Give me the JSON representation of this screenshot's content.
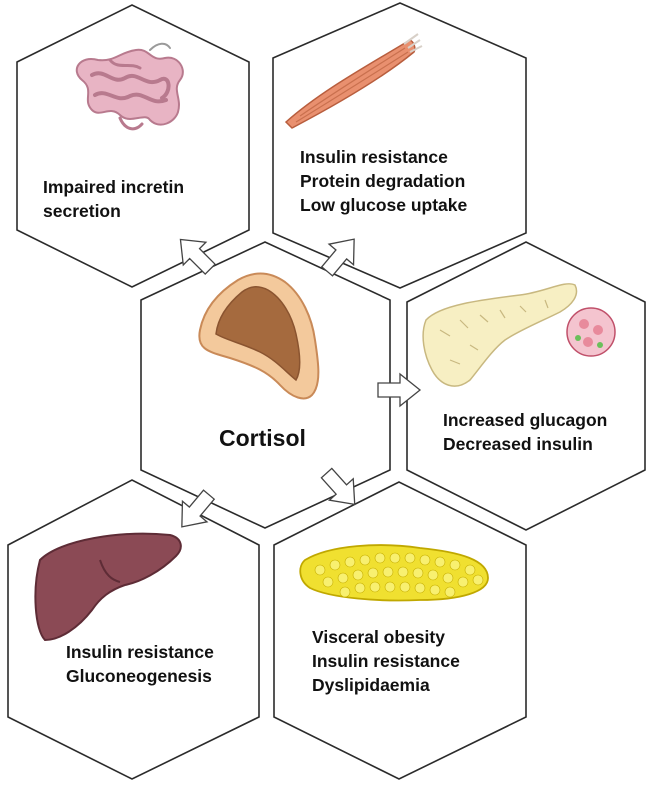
{
  "center": {
    "label": "Cortisol",
    "organ_icon": "adrenal-gland-icon"
  },
  "organs": [
    {
      "id": "intestine",
      "icon": "intestine-icon",
      "lines": [
        "Impaired incretin",
        "secretion"
      ]
    },
    {
      "id": "muscle",
      "icon": "muscle-icon",
      "lines": [
        "Insulin resistance",
        "Protein degradation",
        "Low glucose uptake"
      ]
    },
    {
      "id": "pancreas",
      "icon": "pancreas-icon",
      "lines": [
        "Increased glucagon",
        "Decreased insulin"
      ]
    },
    {
      "id": "liver",
      "icon": "liver-icon",
      "lines": [
        "Insulin resistance",
        "Gluconeogenesis"
      ]
    },
    {
      "id": "adipose",
      "icon": "adipose-tissue-icon",
      "lines": [
        "Visceral obesity",
        "Insulin resistance",
        "Dyslipidaemia"
      ]
    }
  ],
  "colors": {
    "hex_stroke": "#2b2b2b",
    "arrow_fill": "#ffffff",
    "intestine": "#e8b4c4",
    "muscle": "#e9906f",
    "adrenal_outer": "#f3c99c",
    "adrenal_inner": "#a56a3e",
    "pancreas": "#f7efc3",
    "islet": "#e88a9c",
    "liver": "#8b4a55",
    "fat": "#f0e030"
  }
}
